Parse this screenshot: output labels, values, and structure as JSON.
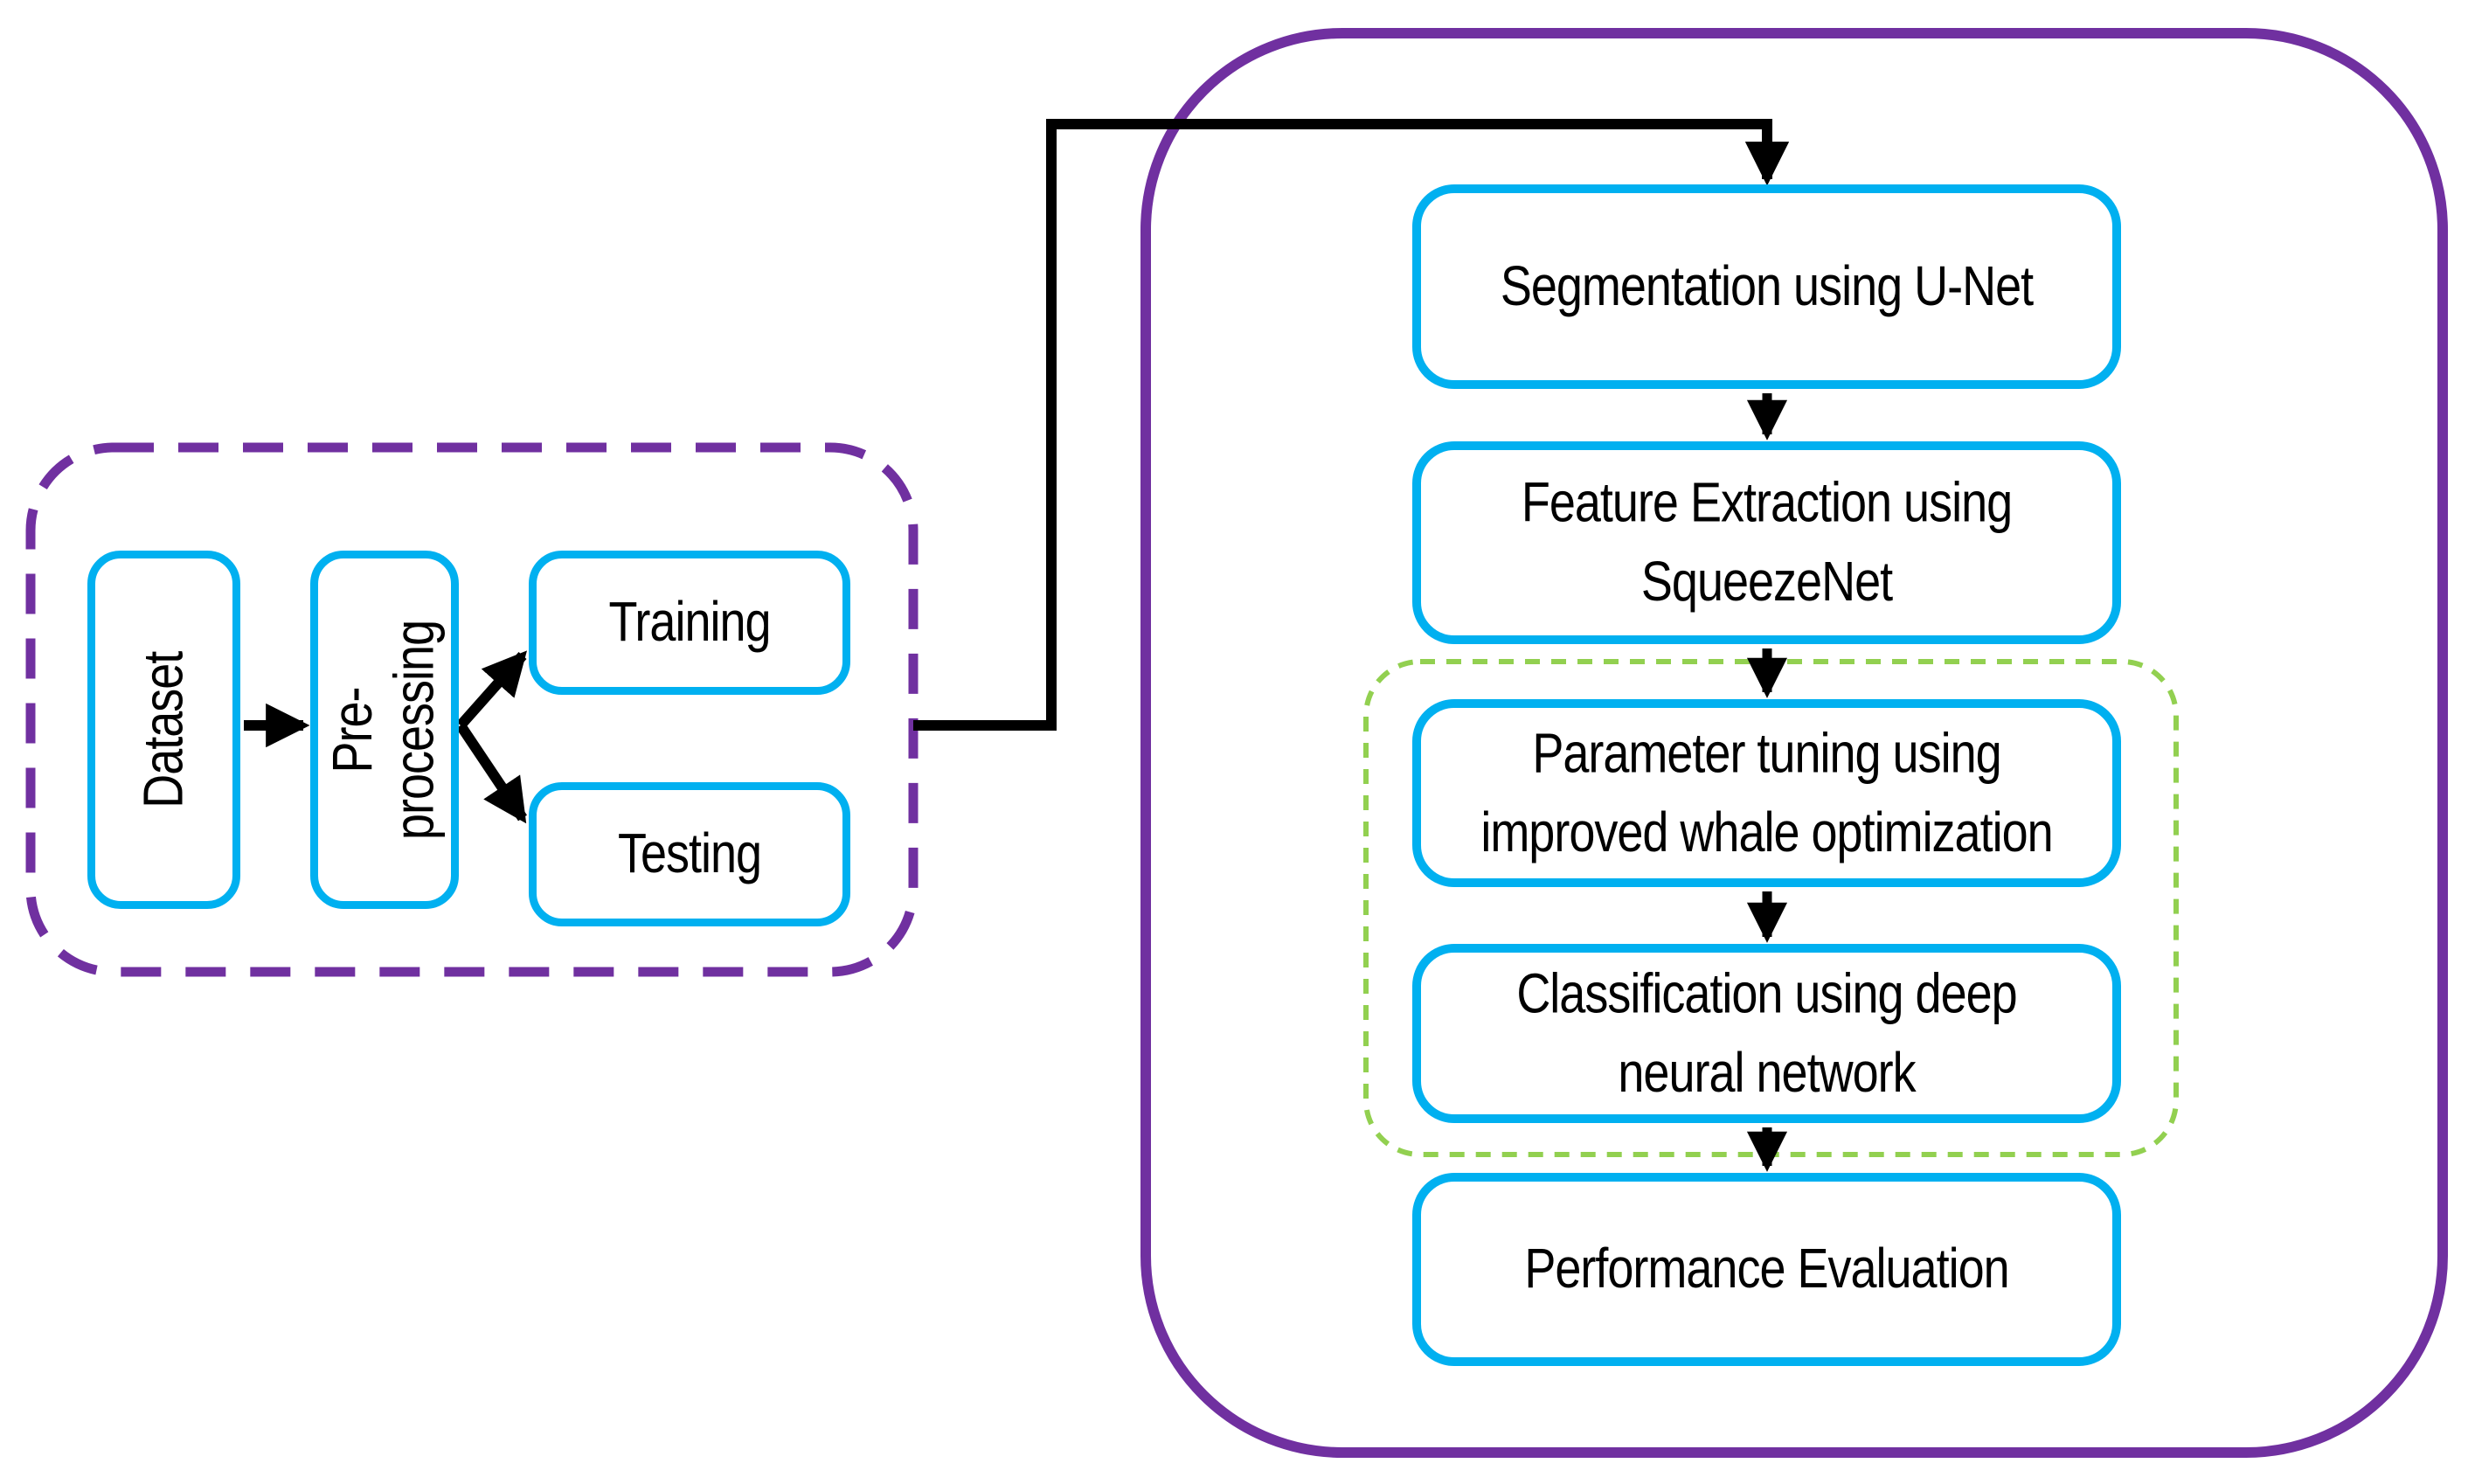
{
  "colors": {
    "node_border": "#00B0F0",
    "outer_dashed_group_border": "#7030A0",
    "main_group_border": "#7030A0",
    "sub_group_dashed_border": "#92D050",
    "connector": "#000000",
    "text": "#000000",
    "background": "#FFFFFF"
  },
  "left_group": {
    "dataset_label": "Dataset",
    "preprocessing_label": "Pre-\nprocessing",
    "training_label": "Training",
    "testing_label": "Testing"
  },
  "right_group": {
    "segmentation_label": "Segmentation using U-Net",
    "feature_extraction_label": "Feature Extraction using\nSqueezeNet",
    "parameter_tuning_label": "Parameter tuning using\nimproved whale optimization",
    "classification_label": "Classification using deep\nneural network",
    "performance_label": "Performance Evaluation"
  }
}
